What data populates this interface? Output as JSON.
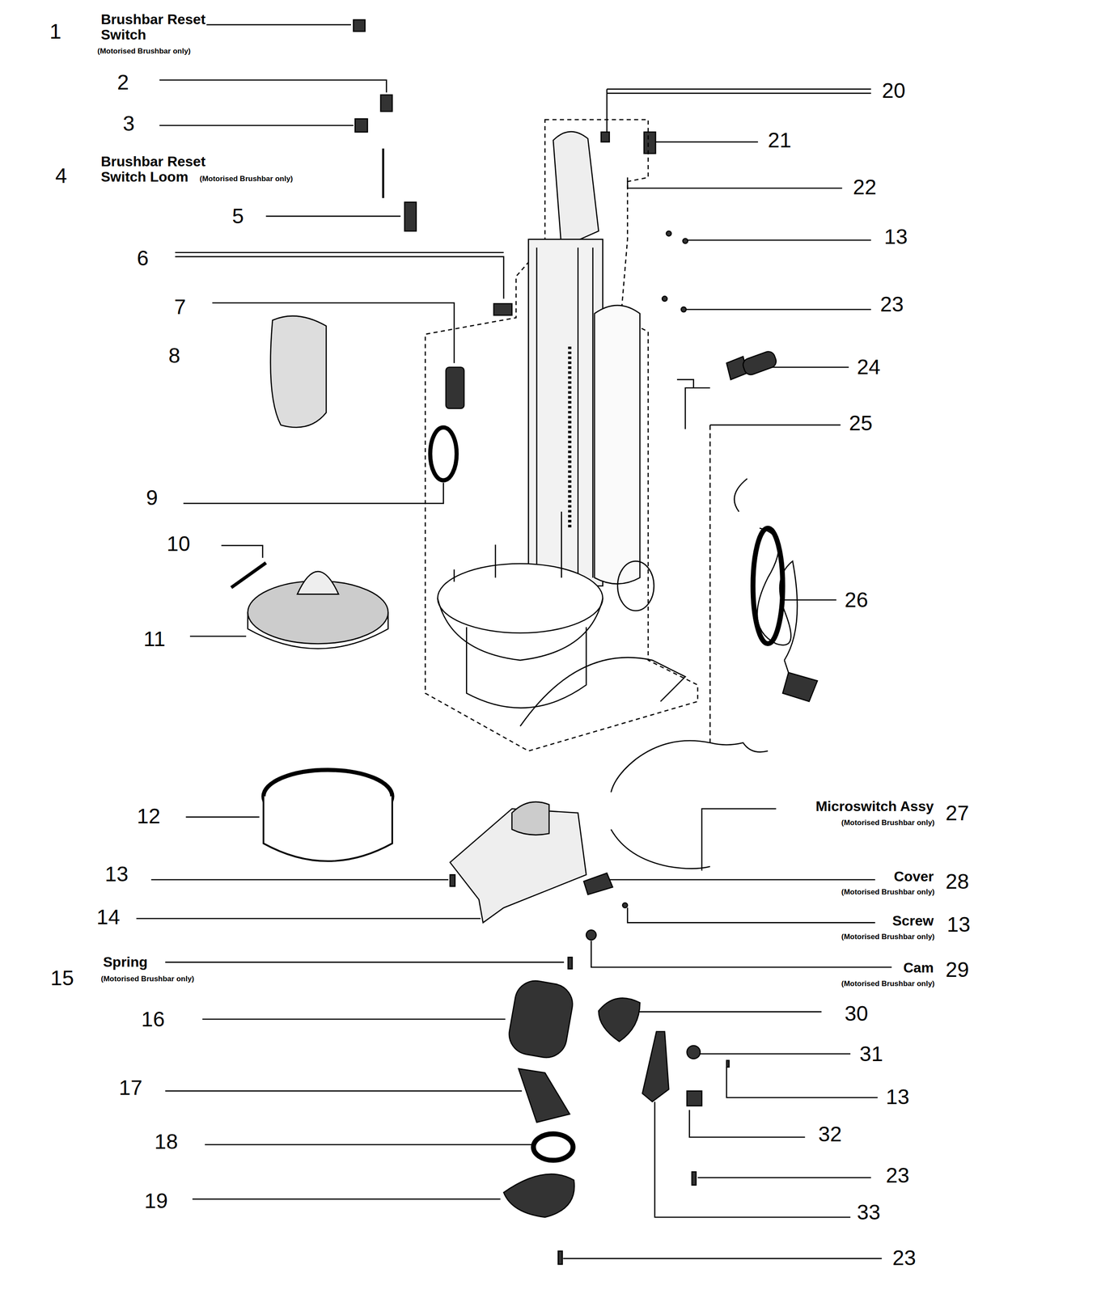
{
  "diagram": {
    "labels": [
      "Brushbar Reset Switch",
      "(Motorised Brushbar only)",
      "1",
      "2",
      "3",
      "4",
      "Brushbar Reset Switch Loom",
      "(Motorised Brushbar only)",
      "5",
      "6",
      "20",
      "21",
      "22",
      "13",
      "23",
      "7",
      "8",
      "24",
      "25",
      "9",
      "10",
      "26",
      "11",
      "12",
      "Microswitch Assy",
      "(Motorised Brushbar only)",
      "27",
      "13",
      "14",
      "Cover",
      "(Motorised Brushbar only)",
      "28",
      "Screw",
      "(Motorised Brushbar only)",
      "13",
      "15",
      "Spring",
      "(Motorised Brushbar only)",
      "Cam",
      "(Motorised Brushbar only)",
      "29",
      "16",
      "30",
      "31",
      "17",
      "13",
      "18",
      "32",
      "23",
      "19",
      "33",
      "23"
    ]
  }
}
